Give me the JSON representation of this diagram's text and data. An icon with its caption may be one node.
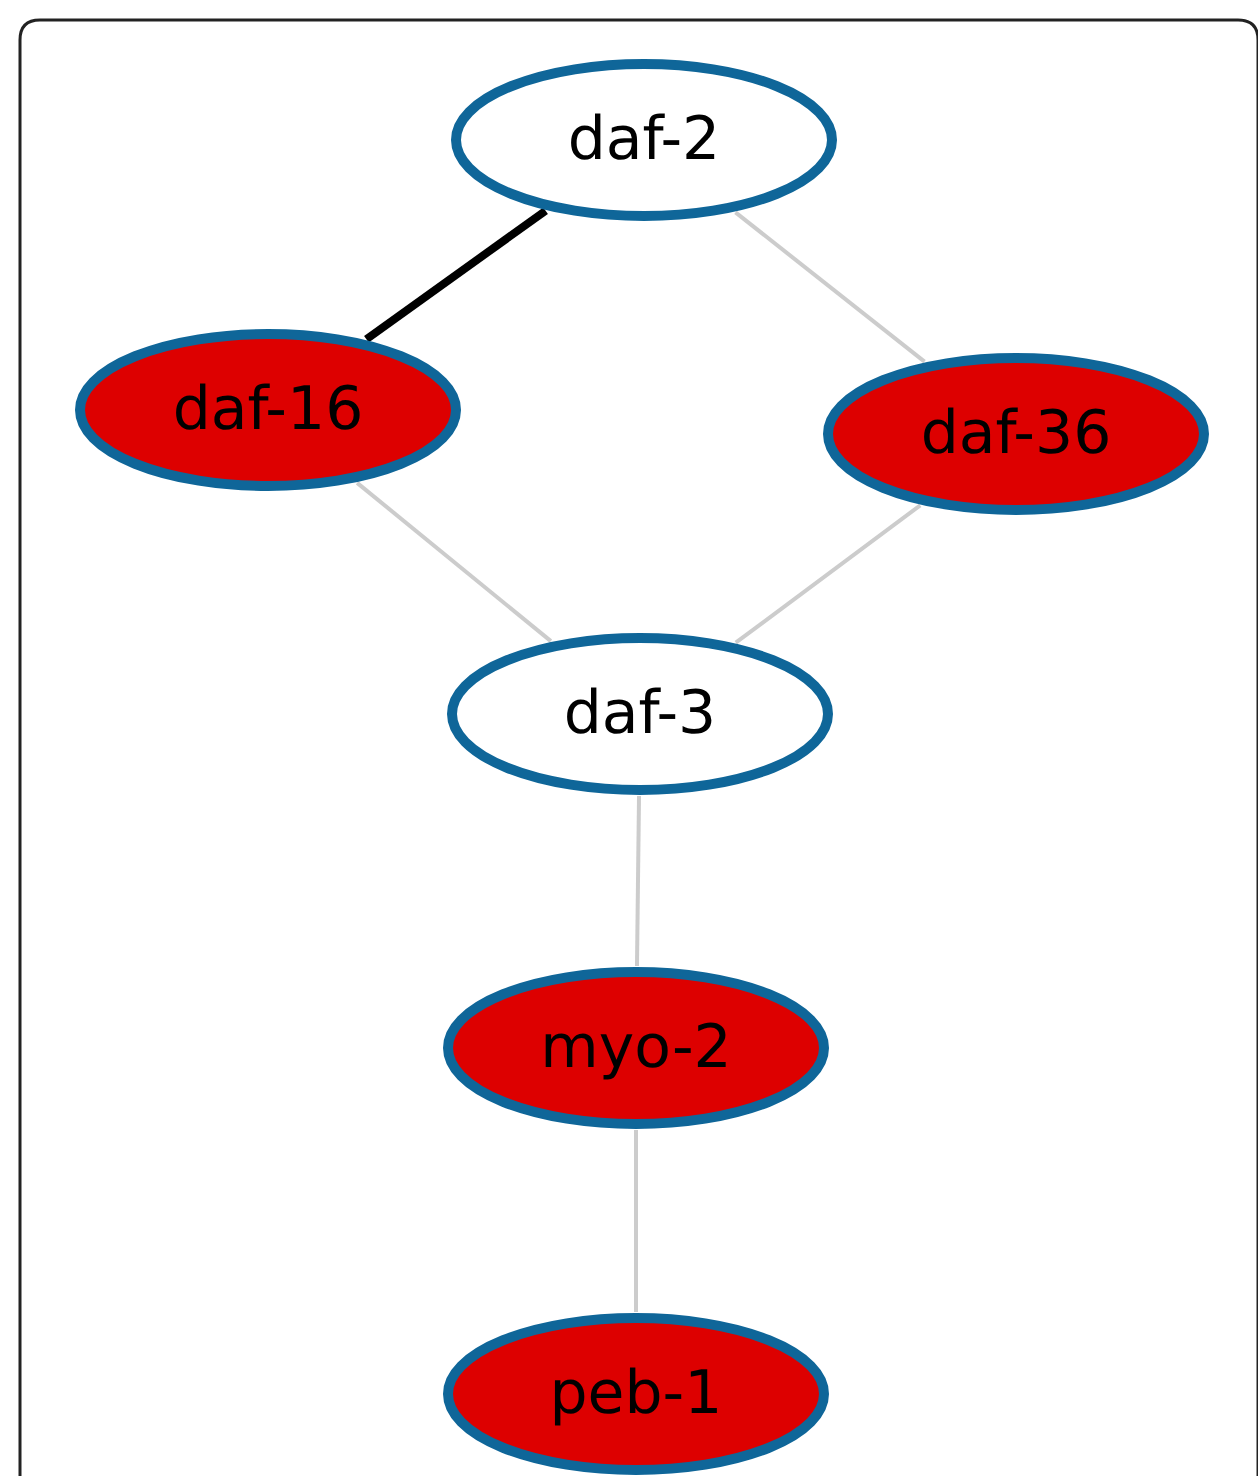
{
  "diagram": {
    "nodes": [
      {
        "text": [
          "daf-2"
        ]
      },
      {
        "text": [
          "daf-16"
        ]
      },
      {
        "text": [
          "daf-36"
        ]
      },
      {
        "text": [
          "daf-3"
        ]
      },
      {
        "text": [
          "myo-2"
        ]
      },
      {
        "text": [
          "peb-1"
        ]
      }
    ],
    "edges": [
      {
        "from": 0,
        "to": 1,
        "arrow": "none",
        "style": "thick",
        "color": "#000000"
      },
      {
        "from": 0,
        "to": 2,
        "arrow": "none"
      },
      {
        "from": 1,
        "to": 3,
        "arrow": "none"
      },
      {
        "from": 2,
        "to": 3,
        "arrow": "none"
      },
      {
        "from": 3,
        "to": 4,
        "arrow": "none"
      },
      {
        "from": 4,
        "to": 5,
        "arrow": "none"
      }
    ]
  }
}
